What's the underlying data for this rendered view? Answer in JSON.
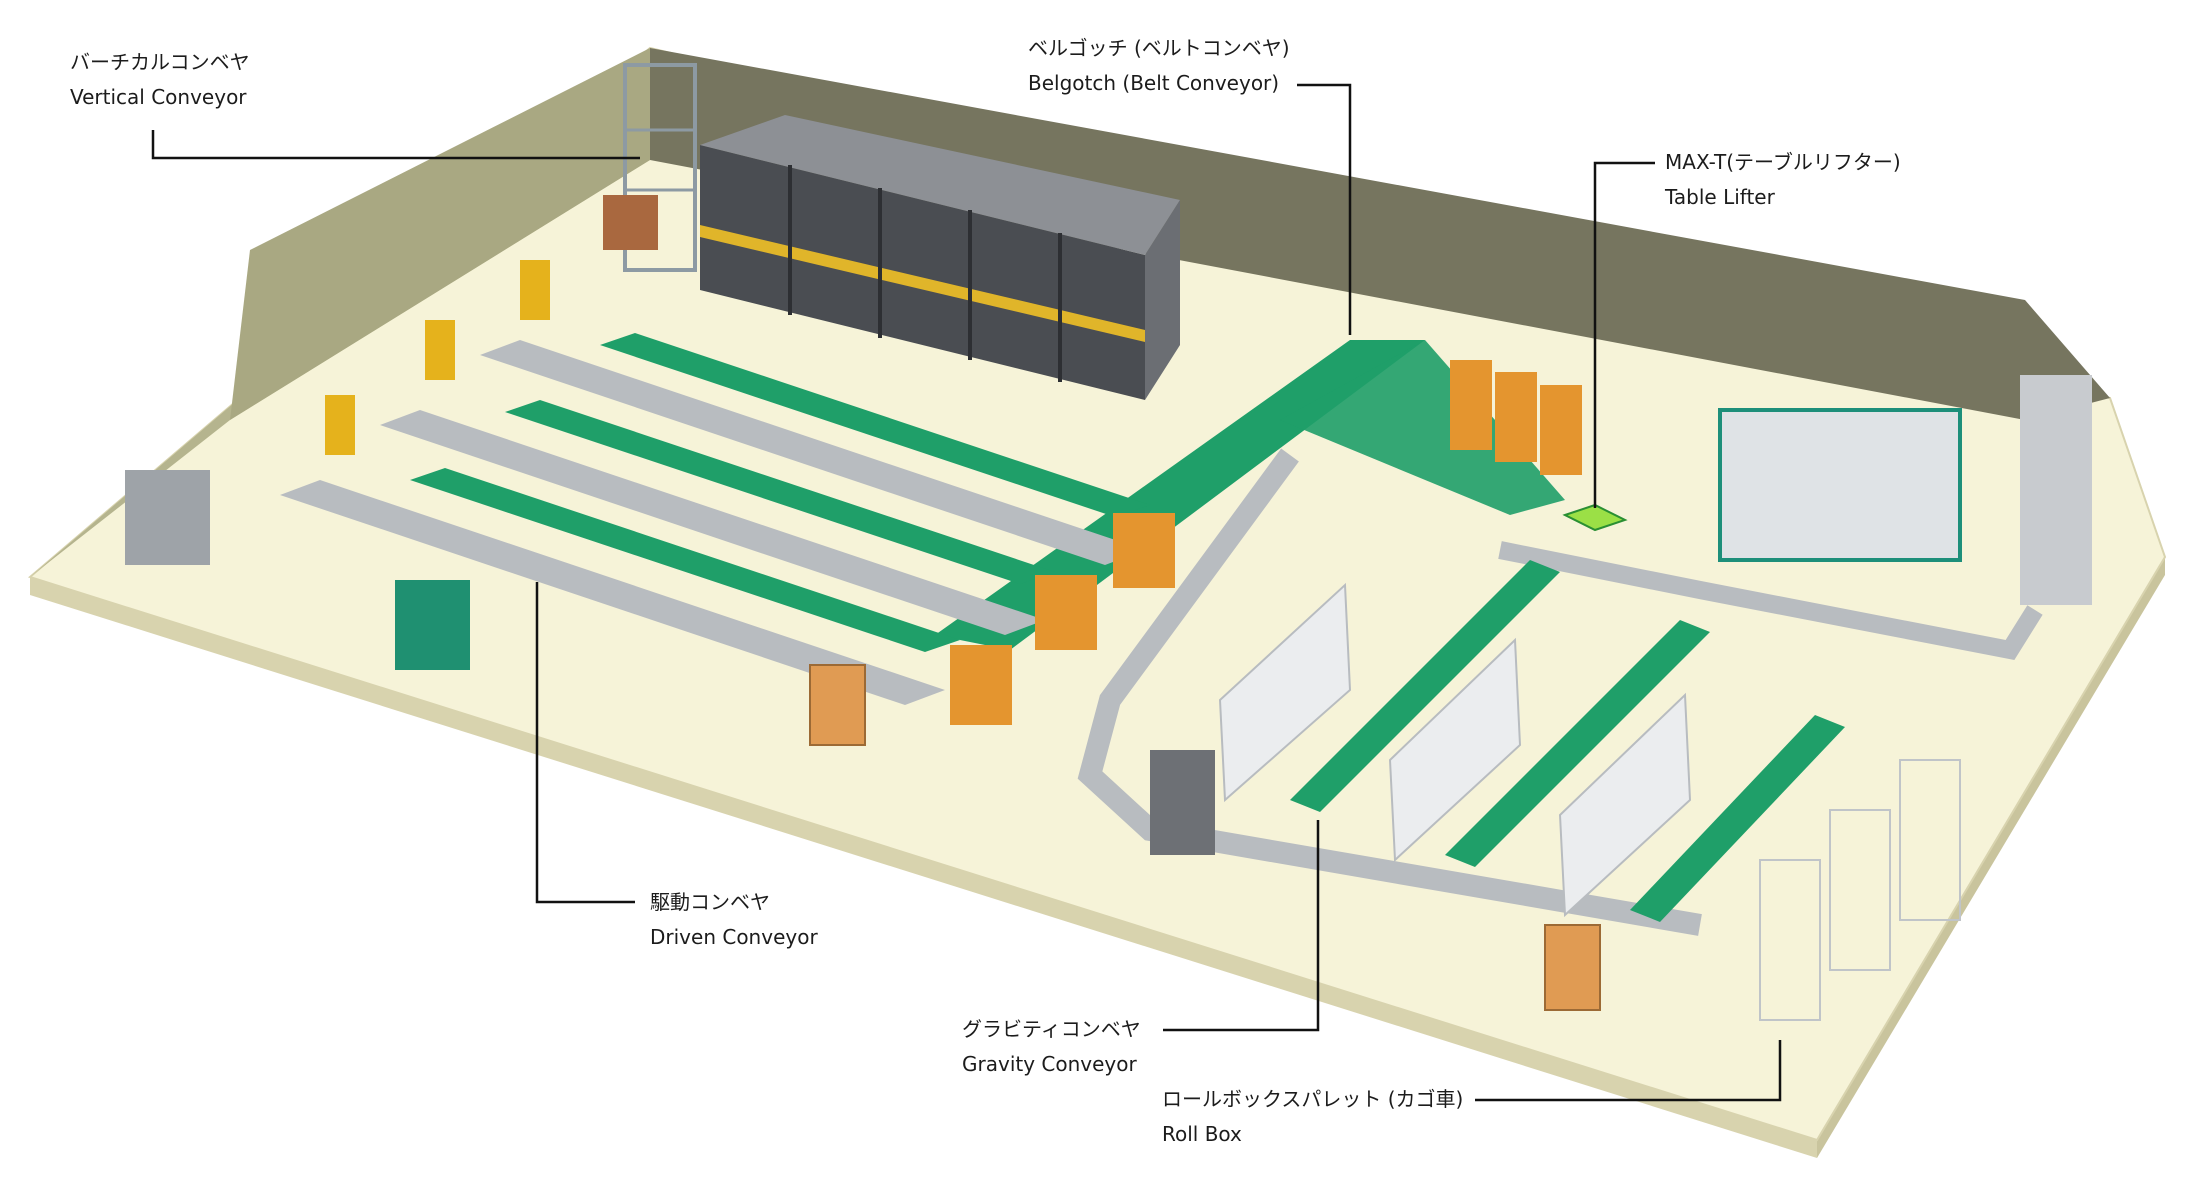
{
  "colors": {
    "floor": "#f6f3d8",
    "floor_edge": "#d8d3ae",
    "wall_back": "#76755f",
    "wall_left": "#b5b48e",
    "belt_green": "#1f9f69",
    "roller_gray": "#b8bcc0",
    "rack_dark": "#4a4d52",
    "rack_light": "#8d9095",
    "rack_yellow": "#e0b52a",
    "orange": "#e4952f",
    "robot_yellow": "#e5b21c",
    "package_blue": "#2f57b8",
    "leader_line": "#111111"
  },
  "labels": {
    "vertical_conveyor": {
      "jp": "バーチカルコンベヤ",
      "en": "Vertical Conveyor"
    },
    "belgotch": {
      "jp": "ベルゴッチ (ベルトコンベヤ)",
      "en": "Belgotch (Belt Conveyor)"
    },
    "table_lifter": {
      "jp": "MAX-T(テーブルリフター)",
      "en": "Table Lifter"
    },
    "driven_conveyor": {
      "jp": "駆動コンベヤ",
      "en": "Driven Conveyor"
    },
    "gravity_conveyor": {
      "jp": "グラビティコンベヤ",
      "en": "Gravity Conveyor"
    },
    "roll_box": {
      "jp": "ロールボックスパレット (カゴ車)",
      "en": "Roll Box"
    }
  }
}
